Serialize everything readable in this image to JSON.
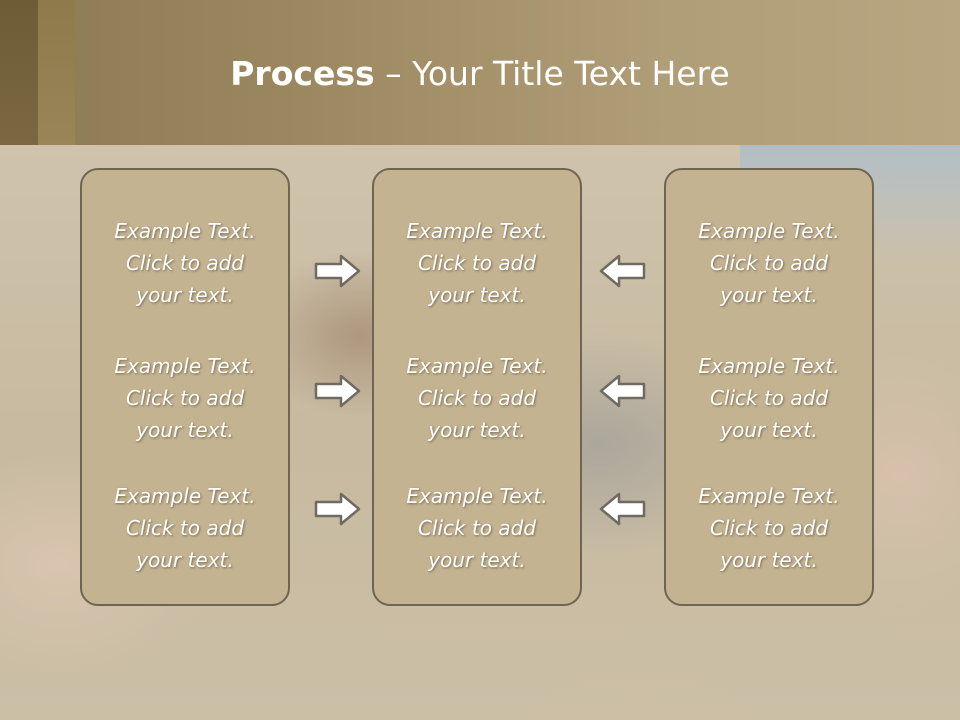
{
  "slide": {
    "title_bold": "Process",
    "title_rest": " – Your Title Text Here"
  },
  "columns": [
    {
      "items": [
        {
          "line1": "Example Text.",
          "line2": "Click  to add",
          "line3": "your text."
        },
        {
          "line1": "Example Text.",
          "line2": "Click  to add",
          "line3": "your text."
        },
        {
          "line1": "Example Text.",
          "line2": "Click  to add",
          "line3": "your text."
        }
      ]
    },
    {
      "items": [
        {
          "line1": "Example Text.",
          "line2": "Click  to add",
          "line3": "your text."
        },
        {
          "line1": "Example Text.",
          "line2": "Click  to add",
          "line3": "your text."
        },
        {
          "line1": "Example Text.",
          "line2": "Click  to add",
          "line3": "your text."
        }
      ]
    },
    {
      "items": [
        {
          "line1": "Example Text.",
          "line2": "Click  to add",
          "line3": "your text."
        },
        {
          "line1": "Example Text.",
          "line2": "Click  to add",
          "line3": "your text."
        },
        {
          "line1": "Example Text.",
          "line2": "Click  to add",
          "line3": "your text."
        }
      ]
    }
  ],
  "arrows": {
    "left_group": "right-arrow-icon",
    "right_group": "left-arrow-icon"
  },
  "colors": {
    "header": "#9b875f",
    "box_fill": "#c4b391",
    "box_border": "#6f6550",
    "text": "#ffffff"
  }
}
